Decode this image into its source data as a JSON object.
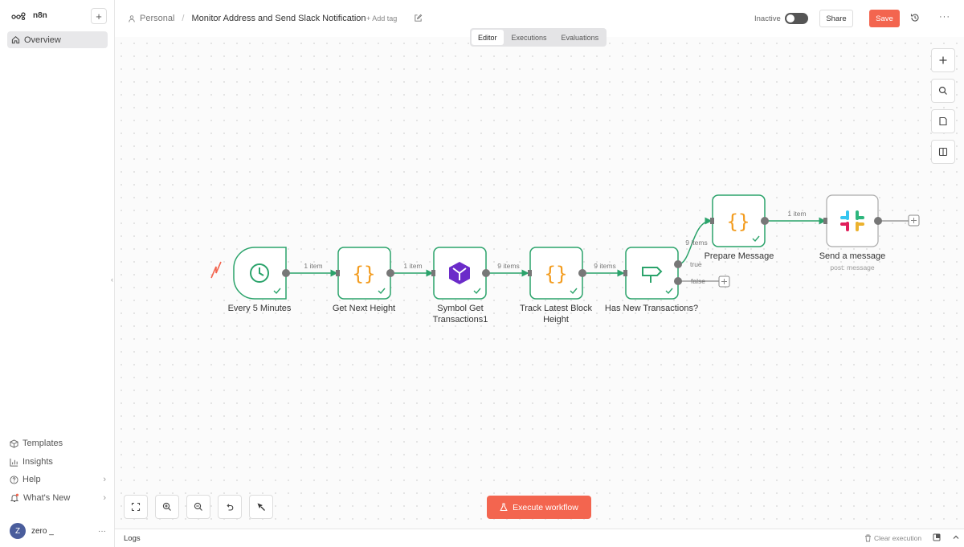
{
  "app": {
    "name": "n8n"
  },
  "sidebar": {
    "overview_label": "Overview",
    "bottom_items": [
      {
        "label": "Templates"
      },
      {
        "label": "Insights"
      },
      {
        "label": "Help"
      },
      {
        "label": "What's New"
      }
    ],
    "user": {
      "initial": "Z",
      "name": "zero _"
    }
  },
  "header": {
    "project": "Personal",
    "workflow_name": "Monitor Address and Send Slack Notification",
    "add_tag": "+ Add tag",
    "status_label": "Inactive",
    "share_label": "Share",
    "save_label": "Save"
  },
  "tabs": [
    {
      "label": "Editor",
      "active": true
    },
    {
      "label": "Executions",
      "active": false
    },
    {
      "label": "Evaluations",
      "active": false
    }
  ],
  "nodes": [
    {
      "id": "trigger",
      "label": "Every 5 Minutes",
      "icon": "clock-icon"
    },
    {
      "id": "get-next-height",
      "label": "Get Next Height",
      "icon": "code-braces-icon"
    },
    {
      "id": "symbol-get-tx",
      "label_line1": "Symbol Get",
      "label_line2": "Transactions1",
      "icon": "symbol-logo-icon"
    },
    {
      "id": "track-latest",
      "label_line1": "Track Latest Block",
      "label_line2": "Height",
      "icon": "code-braces-icon"
    },
    {
      "id": "has-new-tx",
      "label": "Has New Transactions?",
      "icon": "signpost-icon"
    },
    {
      "id": "prepare-message",
      "label": "Prepare Message",
      "icon": "code-braces-icon"
    },
    {
      "id": "send-message",
      "label": "Send a message",
      "sublabel": "post: message",
      "icon": "slack-icon"
    }
  ],
  "edges": {
    "e1": "1 item",
    "e2": "1 item",
    "e3": "9 items",
    "e4": "9 items",
    "e5": "9 items",
    "e6": "1 item",
    "true_label": "true",
    "false_label": "false"
  },
  "execute_label": "Execute workflow",
  "logs": {
    "label": "Logs",
    "clear_label": "Clear execution"
  },
  "colors": {
    "accent": "#f3654f",
    "node_border": "#2ba36b",
    "edge": "#2ba36b",
    "code_orange": "#f39c1f"
  }
}
